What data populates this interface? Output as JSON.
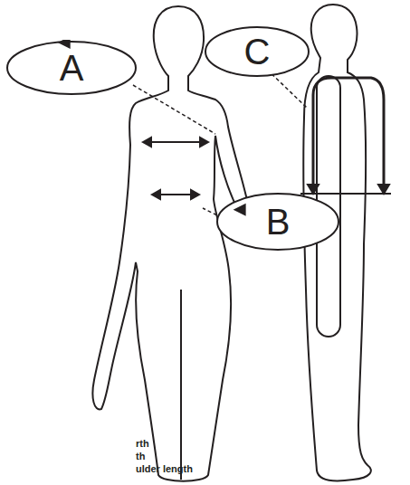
{
  "diagram": {
    "nodes": [
      {
        "text": [
          "A"
        ]
      },
      {
        "text": [
          "B"
        ]
      },
      {
        "text": [
          "C"
        ]
      }
    ],
    "labels": [
      "rth",
      "th",
      "ulder length"
    ]
  }
}
